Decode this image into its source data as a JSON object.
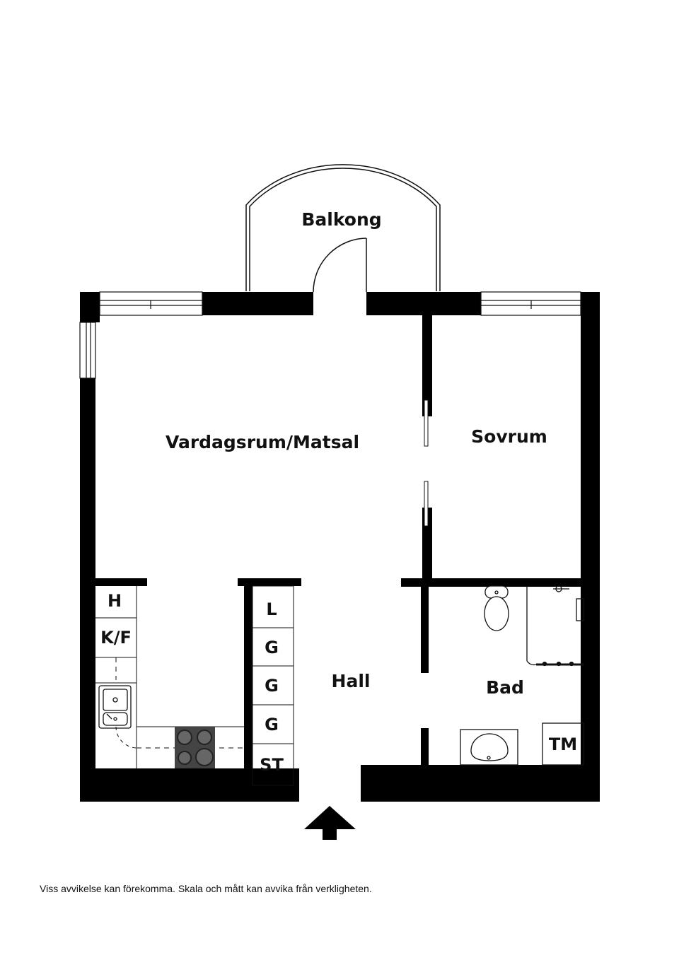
{
  "rooms": {
    "balkong": "Balkong",
    "vardagsrum": "Vardagsrum/Matsal",
    "sovrum": "Sovrum",
    "hall": "Hall",
    "bad": "Bad"
  },
  "cabinets": {
    "kitchen": [
      "H",
      "K/F"
    ],
    "hall": [
      "L",
      "G",
      "G",
      "G",
      "ST"
    ],
    "bath": "TM"
  },
  "icons": [
    "entrance-arrow-icon",
    "toilet-icon",
    "sink-icon",
    "stove-icon",
    "shower-icon"
  ],
  "disclaimer": "Viss avvikelse kan förekomma. Skala och mått kan avvika från verkligheten."
}
